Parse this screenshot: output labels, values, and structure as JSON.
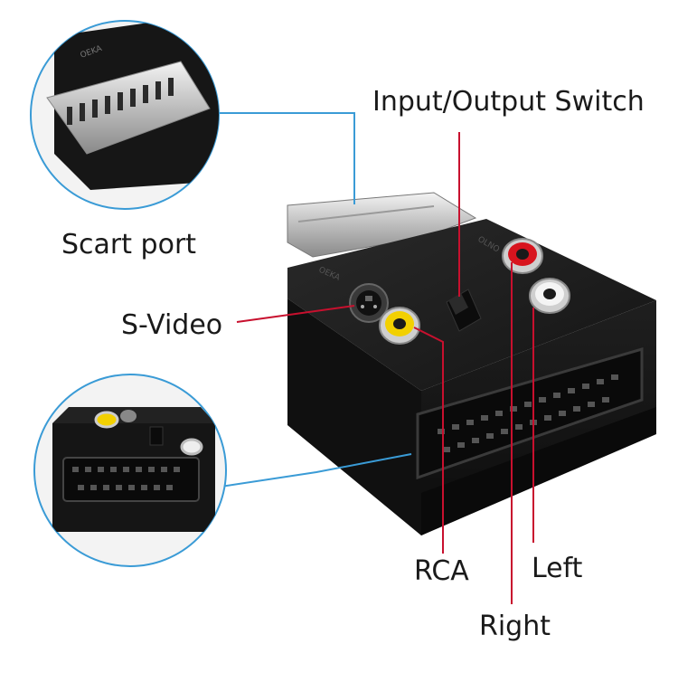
{
  "labels": {
    "input_output_switch": "Input/Output Switch",
    "scart_port": "Scart port",
    "s_video": "S-Video",
    "rca": "RCA",
    "left": "Left",
    "right": "Right"
  },
  "colors": {
    "background": "#ffffff",
    "adapter_body": "#1b1b1b",
    "blue_leader": "#3a9bd6",
    "red_leader": "#c8102e",
    "rca_yellow": "#f2d000",
    "rca_red": "#d8141e",
    "rca_white": "#e8e8e8"
  }
}
